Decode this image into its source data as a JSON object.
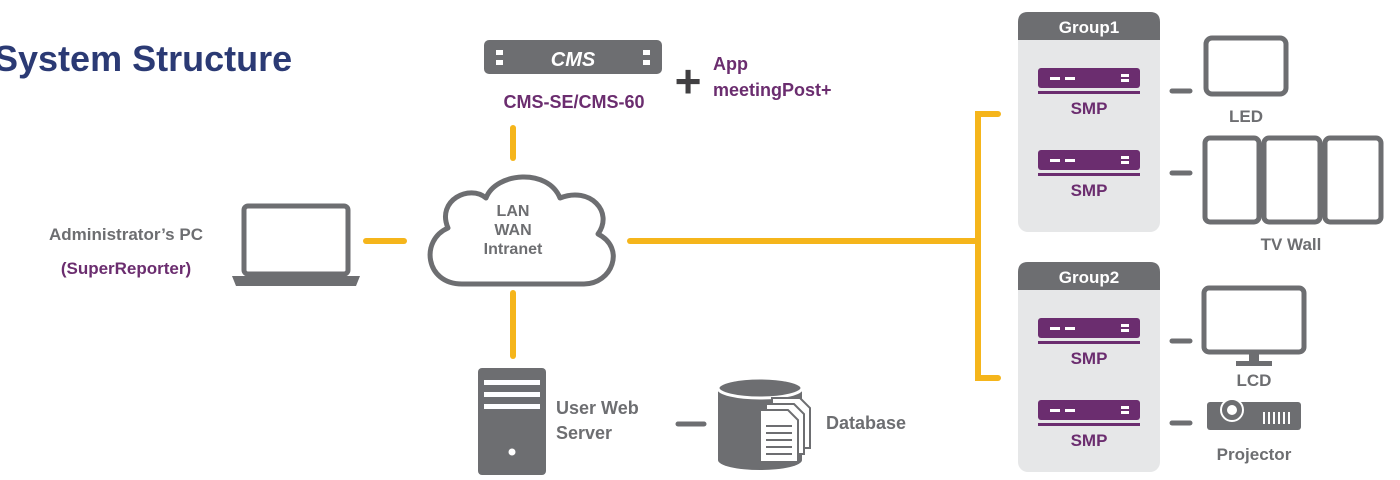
{
  "title": "System Structure",
  "cms": {
    "device_label": "CMS",
    "model": "CMS-SE/CMS-60",
    "plus": "+",
    "app_line1": "App",
    "app_line2": "meetingPost+"
  },
  "network": {
    "line1": "LAN",
    "line2": "WAN",
    "line3": "Intranet"
  },
  "admin_pc": {
    "line1": "Administrator’s PC",
    "line2": "(SuperReporter)"
  },
  "web_server": {
    "line1": "User Web",
    "line2": "Server"
  },
  "database": {
    "label": "Database"
  },
  "groups": [
    {
      "name": "Group1",
      "players": [
        {
          "label": "SMP",
          "display": "LED"
        },
        {
          "label": "SMP",
          "display": "TV Wall"
        }
      ]
    },
    {
      "name": "Group2",
      "players": [
        {
          "label": "SMP",
          "display": "LCD"
        },
        {
          "label": "SMP",
          "display": "Projector"
        }
      ]
    }
  ],
  "colors": {
    "title": "#2b3a74",
    "accent_purple": "#6b2d6f",
    "link_yellow": "#f5b51b",
    "icon_gray": "#6d6e71",
    "label_gray": "#6d6e71",
    "group_panel": "#e6e7e8"
  }
}
